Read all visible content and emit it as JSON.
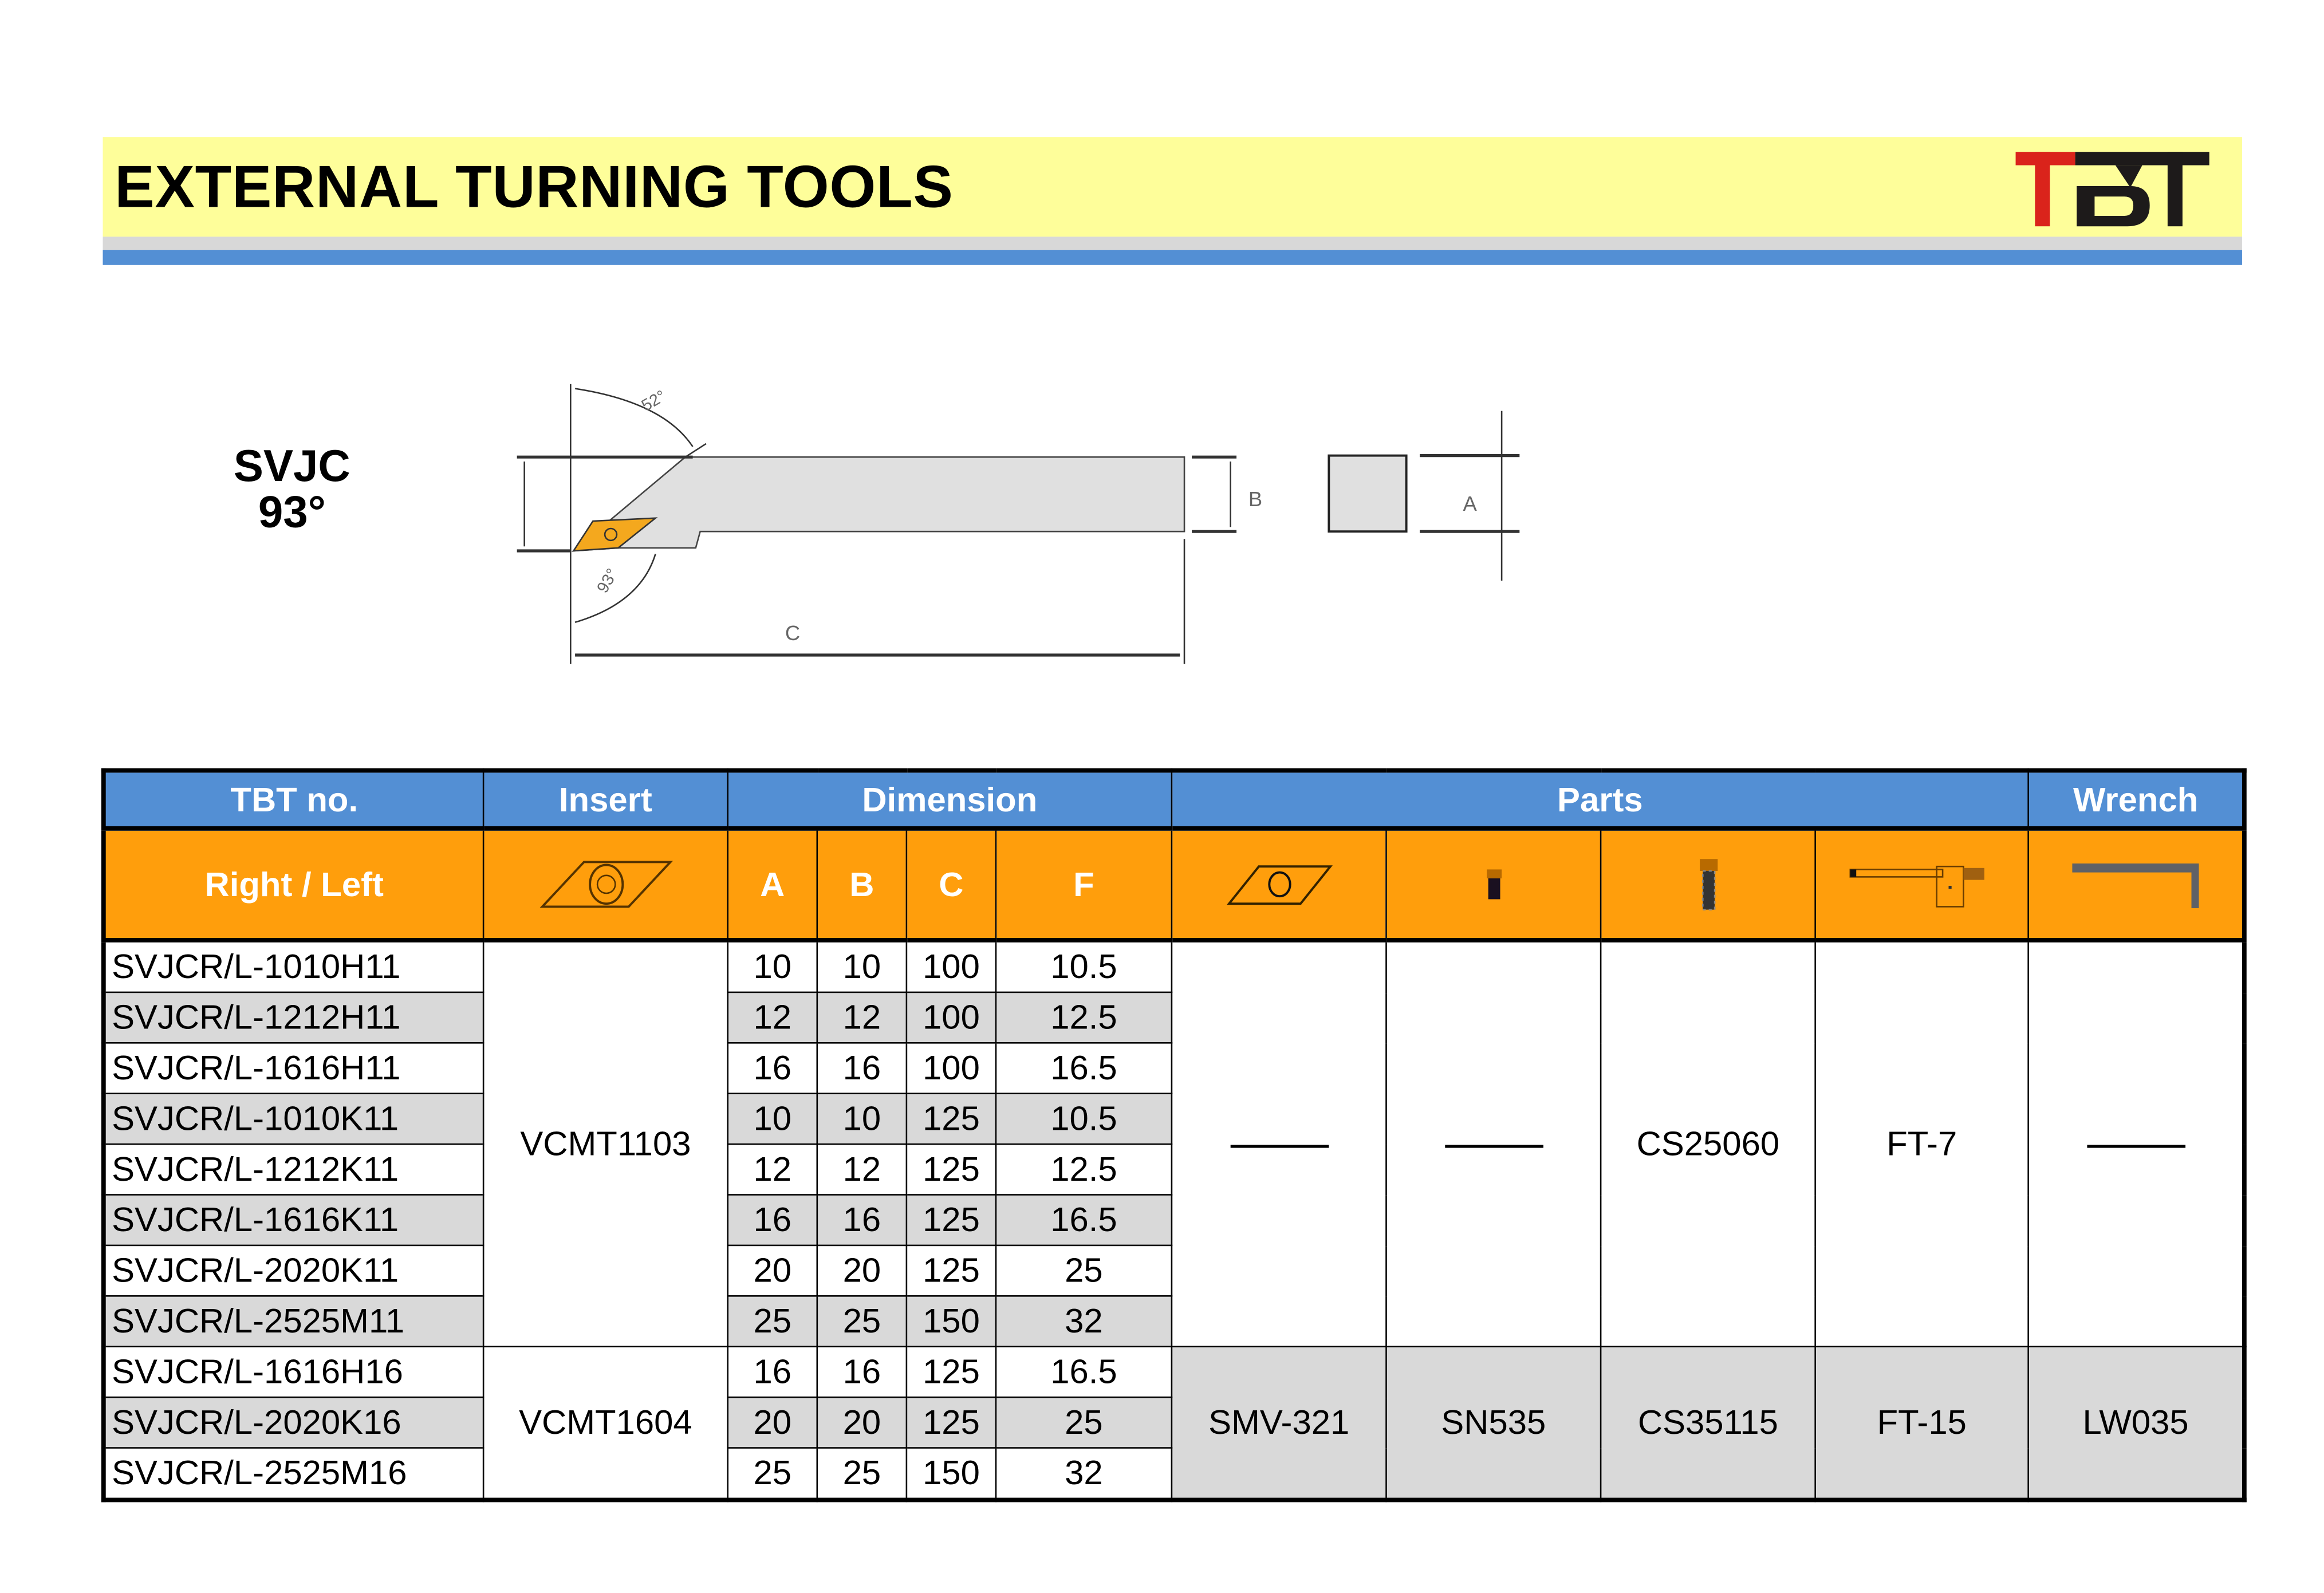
{
  "header": {
    "title": "EXTERNAL TURNING TOOLS",
    "logo_text": "TBT"
  },
  "model": {
    "name": "SVJC",
    "angle": "93°"
  },
  "diagram": {
    "labels": {
      "a": "A",
      "b": "B",
      "c": "C",
      "angle_top": "52°",
      "angle_bottom": "93°"
    }
  },
  "table": {
    "group_headers": {
      "tbt_no": "TBT no.",
      "insert": "Insert",
      "dimension": "Dimension",
      "parts": "Parts",
      "wrench": "Wrench"
    },
    "sub_headers": {
      "right_left": "Right / Left",
      "a": "A",
      "b": "B",
      "c": "C",
      "f": "F"
    },
    "part_icons": [
      "insert-icon",
      "shim-icon",
      "screw-icon",
      "key-wrench-icon",
      "hex-wrench-icon"
    ],
    "rows": [
      {
        "code": "SVJCR/L-1010H11",
        "a": "10",
        "b": "10",
        "c": "100",
        "f": "10.5"
      },
      {
        "code": "SVJCR/L-1212H11",
        "a": "12",
        "b": "12",
        "c": "100",
        "f": "12.5"
      },
      {
        "code": "SVJCR/L-1616H11",
        "a": "16",
        "b": "16",
        "c": "100",
        "f": "16.5"
      },
      {
        "code": "SVJCR/L-1010K11",
        "a": "10",
        "b": "10",
        "c": "125",
        "f": "10.5"
      },
      {
        "code": "SVJCR/L-1212K11",
        "a": "12",
        "b": "12",
        "c": "125",
        "f": "12.5"
      },
      {
        "code": "SVJCR/L-1616K11",
        "a": "16",
        "b": "16",
        "c": "125",
        "f": "16.5"
      },
      {
        "code": "SVJCR/L-2020K11",
        "a": "20",
        "b": "20",
        "c": "125",
        "f": "25"
      },
      {
        "code": "SVJCR/L-2525M11",
        "a": "25",
        "b": "25",
        "c": "150",
        "f": "32"
      },
      {
        "code": "SVJCR/L-1616H16",
        "a": "16",
        "b": "16",
        "c": "125",
        "f": "16.5"
      },
      {
        "code": "SVJCR/L-2020K16",
        "a": "20",
        "b": "20",
        "c": "125",
        "f": "25"
      },
      {
        "code": "SVJCR/L-2525M16",
        "a": "25",
        "b": "25",
        "c": "150",
        "f": "32"
      }
    ],
    "groups": [
      {
        "insert": "VCMT1103",
        "seat": "",
        "shim": "",
        "screw": "CS25060",
        "key": "FT-7",
        "wrench": ""
      },
      {
        "insert": "VCMT1604",
        "seat": "SMV-321",
        "shim": "SN535",
        "screw": "CS35115",
        "key": "FT-15",
        "wrench": "LW035"
      }
    ]
  }
}
